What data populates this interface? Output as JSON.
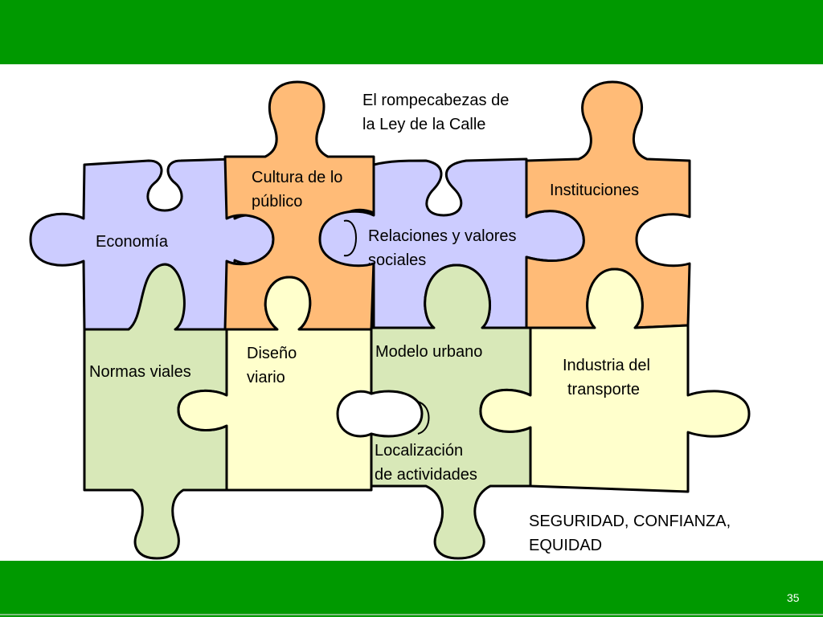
{
  "colors": {
    "band_green": "#009900",
    "piece_lavender": "#ccccff",
    "piece_orange": "#ffbb77",
    "piece_cream": "#ffffcc",
    "piece_lightgreen": "#d8e8b8",
    "outline": "#000000"
  },
  "diagram": {
    "title_line1": "El rompecabezas de",
    "title_line2": "la Ley de la Calle",
    "pieces": {
      "economia": "Economía",
      "cultura_line1": "Cultura de lo",
      "cultura_line2": "público",
      "relaciones_line1": "Relaciones y valores",
      "relaciones_line2": "sociales",
      "instituciones": "Instituciones",
      "normas": "Normas viales",
      "diseno_line1": "Diseño",
      "diseno_line2": "viario",
      "modelo": "Modelo urbano",
      "localizacion_line1": "Localización",
      "localizacion_line2": "de actividades",
      "industria_line1": "Industria del",
      "industria_line2": "transporte"
    },
    "footer_line1": "SEGURIDAD, CONFIANZA,",
    "footer_line2": "EQUIDAD"
  },
  "slide": {
    "page_number": "35"
  }
}
